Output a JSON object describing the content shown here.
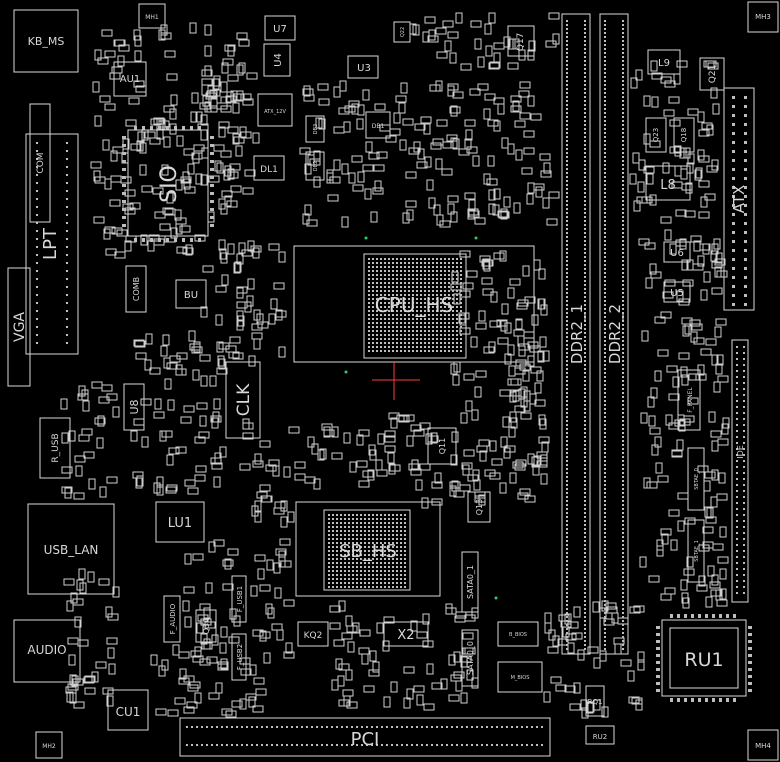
{
  "diagram": {
    "type": "pcb-silkscreen-layout",
    "colors": {
      "background": "#000000",
      "outline": "#d9d9d9",
      "pad": "#cfcfcf",
      "marker": "#ff3b3b",
      "via": "#2ecc71"
    },
    "labels": {
      "kb_ms": "KB_MS",
      "mh1": "MH1",
      "mh2": "MH2",
      "mh3": "MH3",
      "mh4": "MH4",
      "u7": "U7",
      "u4": "U4",
      "u3": "U3",
      "au1": "AU1",
      "q17": "Q17",
      "q21": "Q21",
      "l9": "L9",
      "l8": "L8",
      "atx": "ATX",
      "atx_12v": "ATX_12V",
      "sio": "SIO",
      "com": "COM",
      "lpt": "LPT",
      "vga": "VGA",
      "comb": "COMB",
      "bu": "BU",
      "dl1": "DL1",
      "db1": "DB1",
      "db2": "DB2",
      "db3": "DB3",
      "cpu": "CPU_HS",
      "ddr2_1": "DDR2_1",
      "ddr2_2": "DDR2_2",
      "u6": "U6",
      "u5": "U5",
      "q18": "Q18",
      "q23": "Q23",
      "clk": "CLK",
      "u8": "U8",
      "r_usb": "R_USB",
      "q11": "Q11",
      "q13": "Q13",
      "f_panel": "F_PANEL",
      "ide": "IDE",
      "sbtae_0": "SBTAE_0",
      "sbtae_1": "SBTAE_1",
      "lu1": "LU1",
      "usb_lan": "USB_LAN",
      "sb": "SB_HS",
      "sata0_1": "SATA0_1",
      "sata0_0": "SATA0_0",
      "f_audio": "F_AUDIO",
      "f_usb1": "F_USB1",
      "f_usb2": "F_USB2",
      "q34": "Q34",
      "kq2": "KQ2",
      "x2": "X2",
      "b_bios": "B_BIOS",
      "m_bios": "M_BIOS",
      "ru1": "RU1",
      "ru2": "RU2",
      "rq1": "RQ1",
      "audio": "AUDIO",
      "cu1": "CU1",
      "pci": "PCI",
      "q22": "Q22"
    }
  }
}
